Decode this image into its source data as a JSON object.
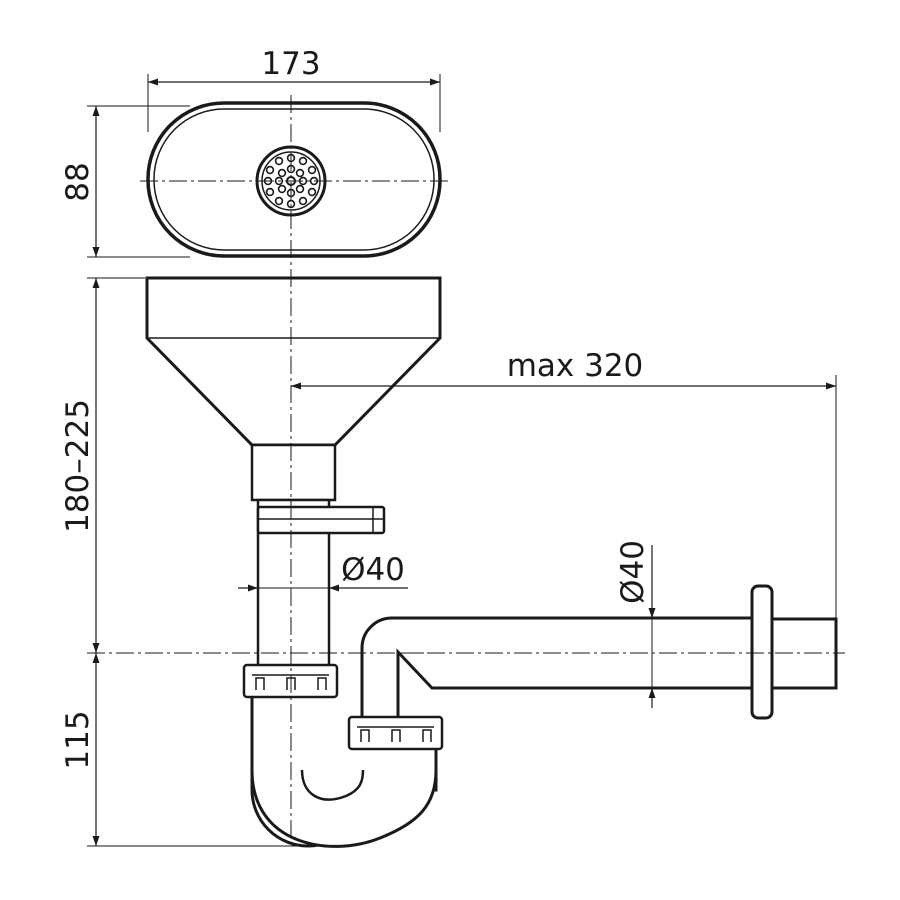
{
  "dimensions": {
    "top_width": "173",
    "top_height": "88",
    "funnel_height": "180–225",
    "trap_height": "115",
    "max_length": "max 320",
    "vertical_pipe_diameter": "Ø40",
    "horizontal_pipe_diameter": "Ø40"
  },
  "colors": {
    "line": "#1a1a1a",
    "background": "#ffffff"
  }
}
